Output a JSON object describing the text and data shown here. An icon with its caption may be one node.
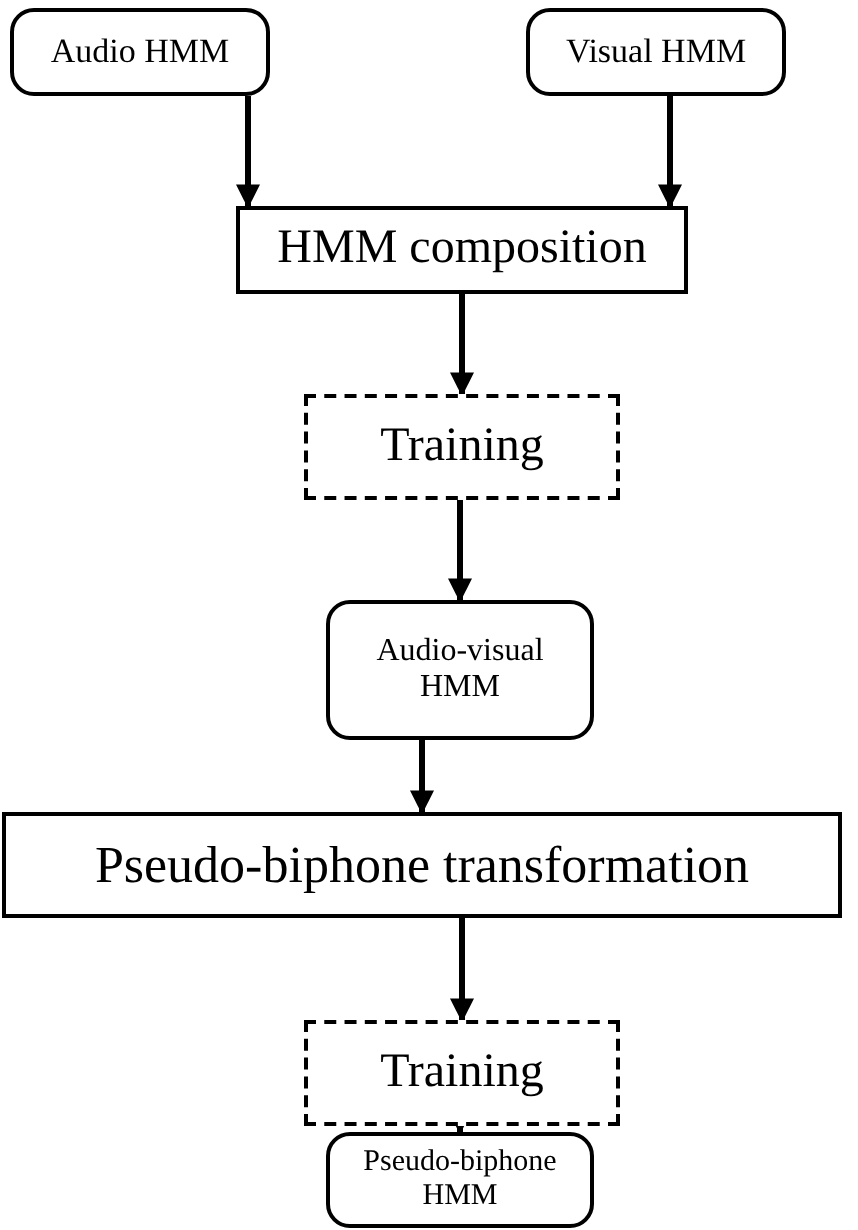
{
  "diagram": {
    "nodes": [
      {
        "text": [
          "Audio HMM"
        ]
      },
      {
        "text": [
          "Visual HMM"
        ]
      },
      {
        "text": [
          "HMM composition"
        ]
      },
      {
        "text": [
          "Training"
        ]
      },
      {
        "text": [
          "Audio-visual HMM"
        ]
      },
      {
        "text": [
          "Pseudo-biphone transformation"
        ]
      },
      {
        "text": [
          "Training"
        ]
      },
      {
        "text": [
          "Pseudo-biphone HMM"
        ]
      }
    ],
    "edges": [
      {
        "from": 0,
        "to": 2,
        "arrow": "to"
      },
      {
        "from": 1,
        "to": 2,
        "arrow": "to"
      },
      {
        "from": 2,
        "to": 3,
        "arrow": "to"
      },
      {
        "from": 3,
        "to": 4,
        "arrow": "to"
      },
      {
        "from": 4,
        "to": 5,
        "arrow": "to"
      },
      {
        "from": 5,
        "to": 6,
        "arrow": "to"
      },
      {
        "from": 6,
        "to": 7,
        "arrow": "to"
      }
    ]
  }
}
